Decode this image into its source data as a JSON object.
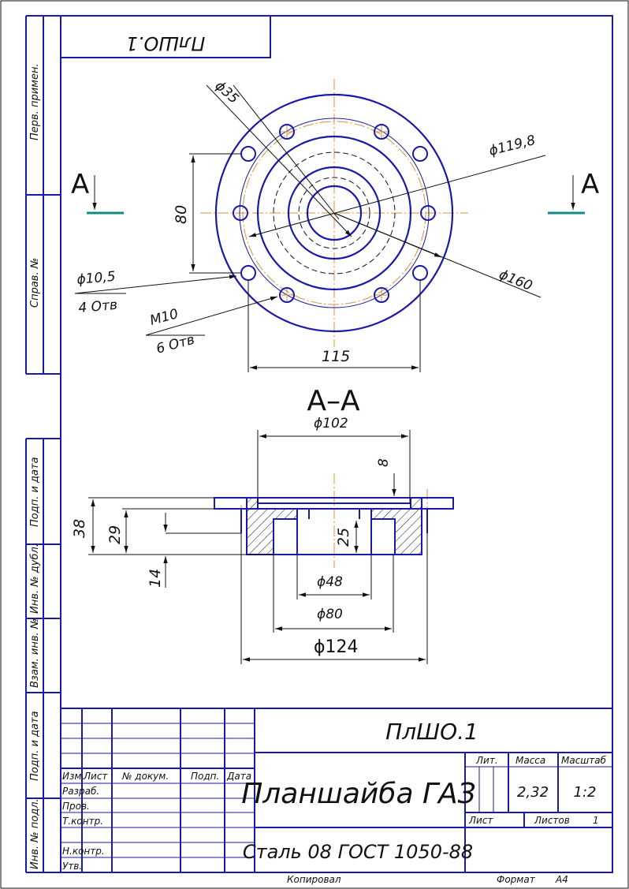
{
  "stamp_rotated": "ПлШО.1",
  "side_labels": [
    "Перв. примен.",
    "Справ. №",
    "Подп. и дата",
    "Инв. № дубл.",
    "Взам. инв. №",
    "Подп. и дата",
    "Инв. № подл."
  ],
  "top_view": {
    "section_mark_left": "A",
    "section_mark_right": "A",
    "dims": {
      "d35": "ϕ35",
      "d119": "ϕ119,8",
      "d160": "ϕ160",
      "v80": "80",
      "d10_5": "ϕ10,5",
      "holes4": "4 Отв",
      "m10": "M10",
      "holes6": "6 Отв",
      "h115": "115"
    }
  },
  "section_view": {
    "title": "A–A",
    "dims": {
      "d102": "ϕ102",
      "v8": "8",
      "v38": "38",
      "v29": "29",
      "v25": "25",
      "v14": "14",
      "d48": "ϕ48",
      "d80": "ϕ80",
      "d124": "ϕ124"
    }
  },
  "title_block": {
    "designation": "ПлШО.1",
    "part_name": "Планшайба ГАЗ",
    "material": "Сталь 08  ГОСТ 1050-88",
    "col_headers": [
      "Изм.",
      "Лист",
      "№ докум.",
      "Подп.",
      "Дата"
    ],
    "row_labels": [
      "Разраб.",
      "Пров.",
      "Т.контр.",
      "Н.контр.",
      "Утв."
    ],
    "lit_label": "Лит.",
    "mass_label": "Масса",
    "scale_label": "Масштаб",
    "mass": "2,32",
    "scale": "1:2",
    "sheet_label": "Лист",
    "sheets_label": "Листов",
    "sheets": "1"
  },
  "footer": {
    "copied": "Копировал",
    "format_label": "Формат",
    "format": "A4"
  }
}
